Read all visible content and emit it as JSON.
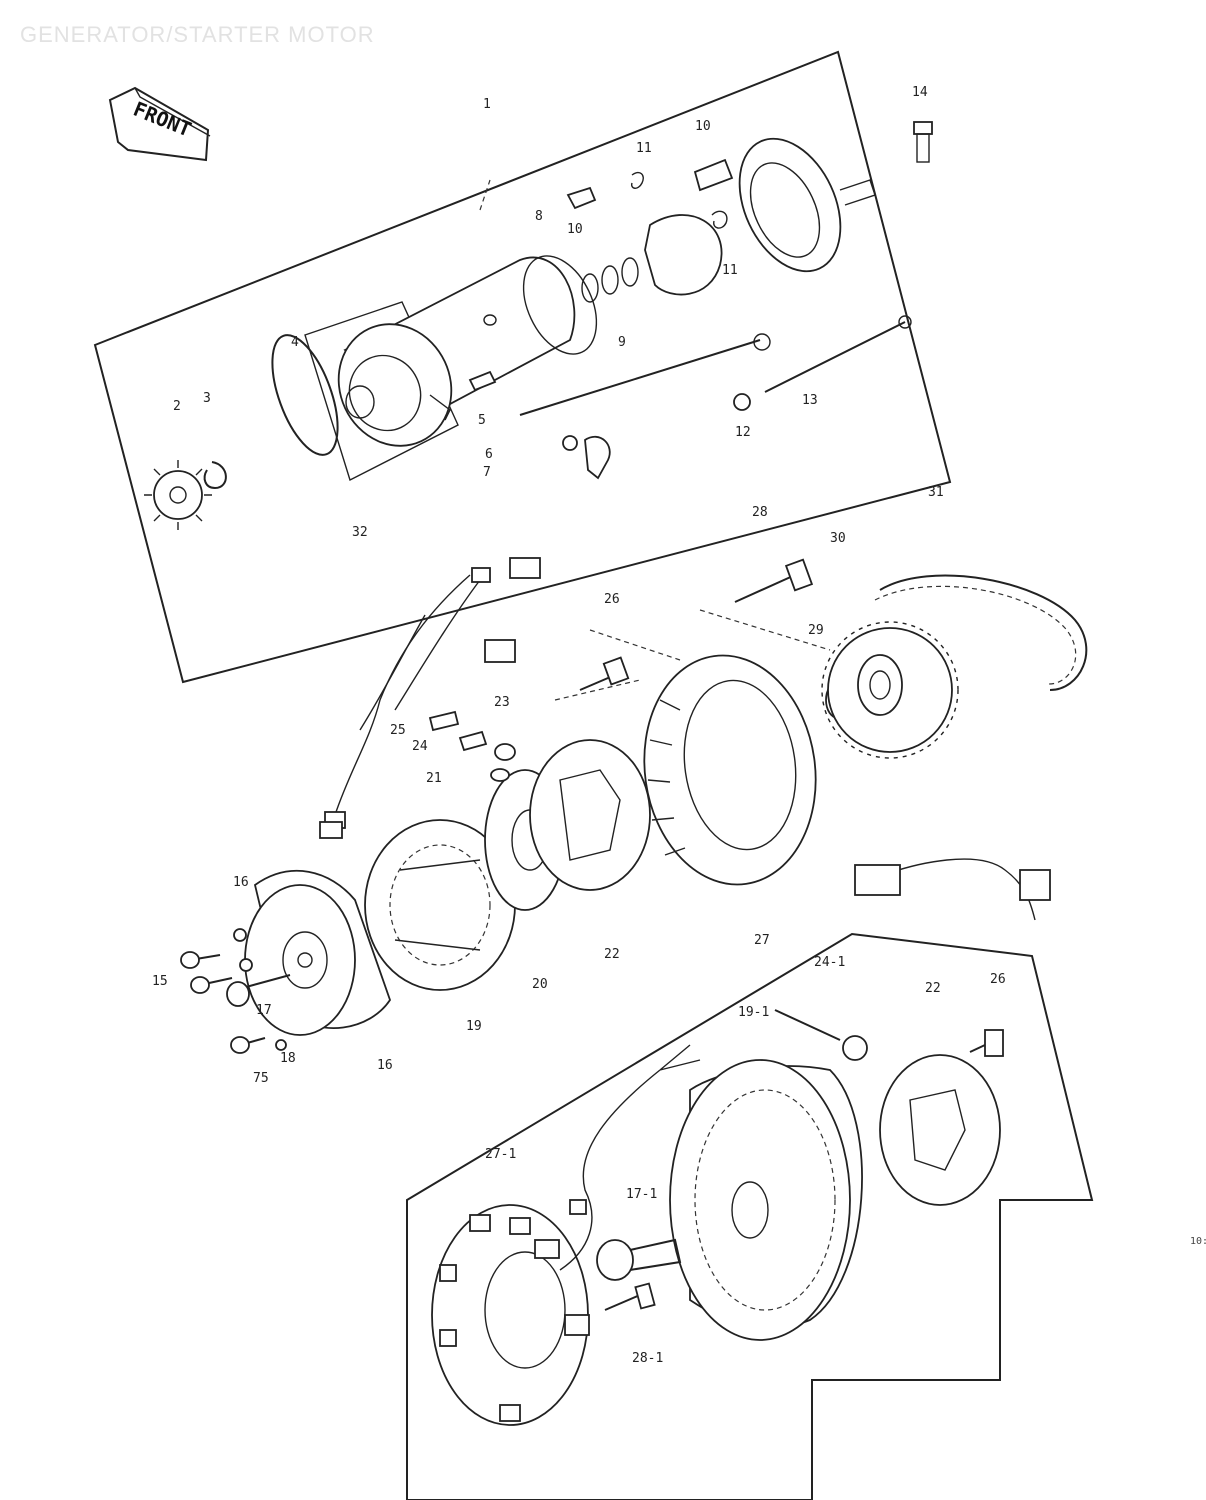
{
  "page": {
    "title": "GENERATOR/STARTER MOTOR",
    "page_number": "10:"
  },
  "front_marker": {
    "text": "FRONT"
  },
  "labels": {
    "l1": "1",
    "l2": "2",
    "l3": "3",
    "l4": "4",
    "l5": "5",
    "l6": "6",
    "l7": "7",
    "l8": "8",
    "l9": "9",
    "l10a": "10",
    "l10b": "10",
    "l11a": "11",
    "l11b": "11",
    "l12": "12",
    "l13": "13",
    "l14": "14",
    "l15": "15",
    "l16a": "16",
    "l16b": "16",
    "l17": "17",
    "l18": "18",
    "l19": "19",
    "l20": "20",
    "l21": "21",
    "l22a": "22",
    "l22b": "22",
    "l23": "23",
    "l24": "24",
    "l25": "25",
    "l26a": "26",
    "l26b": "26",
    "l27": "27",
    "l28": "28",
    "l29": "29",
    "l30": "30",
    "l31": "31",
    "l32": "32",
    "l75": "75",
    "l24_1": "24-1",
    "l19_1": "19-1",
    "l27_1": "27-1",
    "l17_1": "17-1",
    "l28_1": "28-1"
  }
}
